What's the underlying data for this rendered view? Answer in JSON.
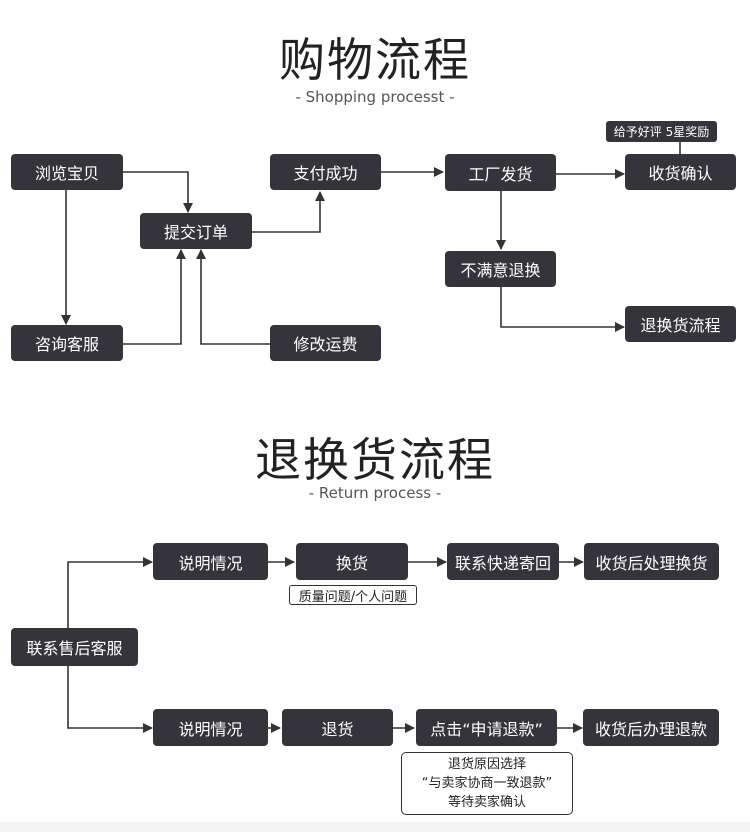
{
  "shopping": {
    "title": "购物流程",
    "subtitle": "- Shopping processt -",
    "nodes": {
      "browse": "浏览宝贝",
      "consult": "咨询客服",
      "submit_order": "提交订单",
      "modify_shipping": "修改运费",
      "pay_success": "支付成功",
      "factory_ship": "工厂发货",
      "unsatisfied": "不满意退换",
      "confirm_receipt": "收货确认",
      "return_flow": "退换货流程"
    },
    "review_note": "给予好评 5星奖励"
  },
  "returns": {
    "title": "退换货流程",
    "subtitle": "- Return process -",
    "nodes": {
      "contact_service": "联系售后客服",
      "explain_1": "说明情况",
      "exchange": "换货",
      "contact_express": "联系快递寄回",
      "process_exchange": "收货后处理换货",
      "explain_2": "说明情况",
      "refund_return": "退货",
      "click_apply": "点击“申请退款”",
      "process_refund": "收货后办理退款"
    },
    "exchange_note": "质量问题/个人问题",
    "refund_note": {
      "line1": "退货原因选择",
      "line2": "“与卖家协商一致退款”",
      "line3": "等待卖家确认"
    }
  },
  "colors": {
    "box": "#35343a",
    "line": "#333333",
    "background": "#ffffff"
  }
}
